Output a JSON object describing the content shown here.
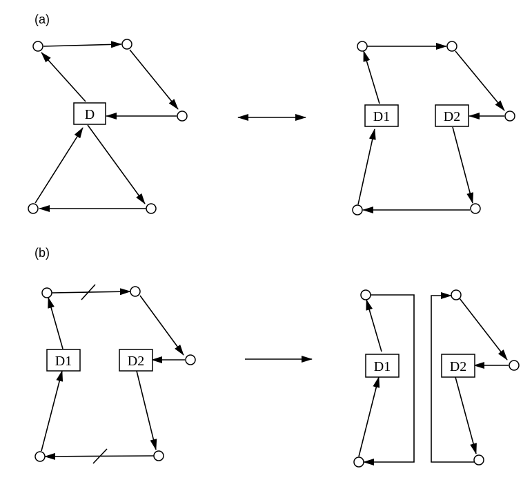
{
  "panels": {
    "a": {
      "label": "(a)"
    },
    "b": {
      "label": "(b)"
    }
  },
  "boxes": {
    "a_left_d": "D",
    "a_right_d1": "D1",
    "a_right_d2": "D2",
    "b_left_d1": "D1",
    "b_left_d2": "D2",
    "b_right_d1": "D1",
    "b_right_d2": "D2"
  },
  "relations": {
    "a": {
      "type": "bidirectional-arrow"
    },
    "b": {
      "type": "right-arrow"
    }
  },
  "colors": {
    "ink": "#000000",
    "background": "#ffffff"
  }
}
